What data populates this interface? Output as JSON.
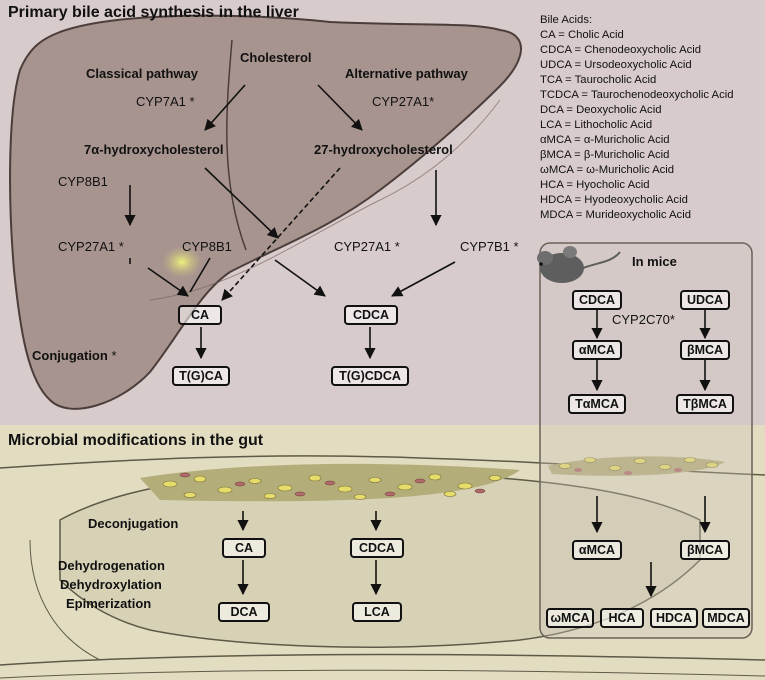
{
  "liver": {
    "title": "Primary bile acid synthesis in the liver",
    "cholesterol": "Cholesterol",
    "classical_pathway": "Classical pathway",
    "alternative_pathway": "Alternative pathway",
    "cyp7a1": "CYP7A1",
    "cyp27a1_top": "CYP27A1",
    "hydroxy7a": "7α-hydroxycholesterol",
    "hydroxy27": "27-hydroxycholesterol",
    "cyp8b1_left": "CYP8B1",
    "cyp27a1_left": "CYP27A1",
    "cyp8b1_mid": "CYP8B1",
    "cyp27a1_right": "CYP27A1",
    "cyp7b1": "CYP7B1",
    "conjugation": "Conjugation",
    "asterisk": "*",
    "boxes": {
      "ca": "CA",
      "cdca": "CDCA",
      "tgca": "T(G)CA",
      "tgcdca": "T(G)CDCA"
    }
  },
  "legend": {
    "heading": "Bile Acids:",
    "items": [
      "CA = Cholic Acid",
      "CDCA = Chenodeoxycholic Acid",
      "UDCA = Ursodeoxycholic Acid",
      "TCA = Taurocholic Acid",
      "TCDCA = Taurochenodeoxycholic Acid",
      "DCA = Deoxycholic Acid",
      "LCA = Lithocholic Acid",
      "αMCA = α-Muricholic Acid",
      "βMCA = β-Muricholic Acid",
      "ωMCA = ω-Muricholic Acid",
      "HCA = Hyocholic Acid",
      "HDCA = Hyodeoxycholic Acid",
      "MDCA = Murideoxycholic Acid"
    ]
  },
  "mice": {
    "title": "In mice",
    "cyp2c70": "CYP2C70",
    "asterisk": "*",
    "boxes": {
      "cdca": "CDCA",
      "udca": "UDCA",
      "amca": "αMCA",
      "bmca": "βMCA",
      "tamca": "TαMCA",
      "tbmca": "TβMCA",
      "amca2": "αMCA",
      "bmca2": "βMCA",
      "wmca": "ωMCA",
      "hca": "HCA",
      "hdca": "HDCA",
      "mdca": "MDCA"
    }
  },
  "gut": {
    "title": "Microbial modifications in the gut",
    "deconjugation": "Deconjugation",
    "dehydrogenation": "Dehydrogenation",
    "dehydroxylation": "Dehydroxylation",
    "epimerization": "Epimerization",
    "boxes": {
      "ca": "CA",
      "cdca": "CDCA",
      "dca": "DCA",
      "lca": "LCA"
    }
  },
  "colors": {
    "top_background": "#d8cbcc",
    "liver_fill": "#a8948f",
    "bottom_background": "#e2dcc0",
    "gut_fill": "#d7d2b6",
    "mice_panel_fill": "#cfc6bb",
    "gallbladder": "#e6ea7a"
  }
}
